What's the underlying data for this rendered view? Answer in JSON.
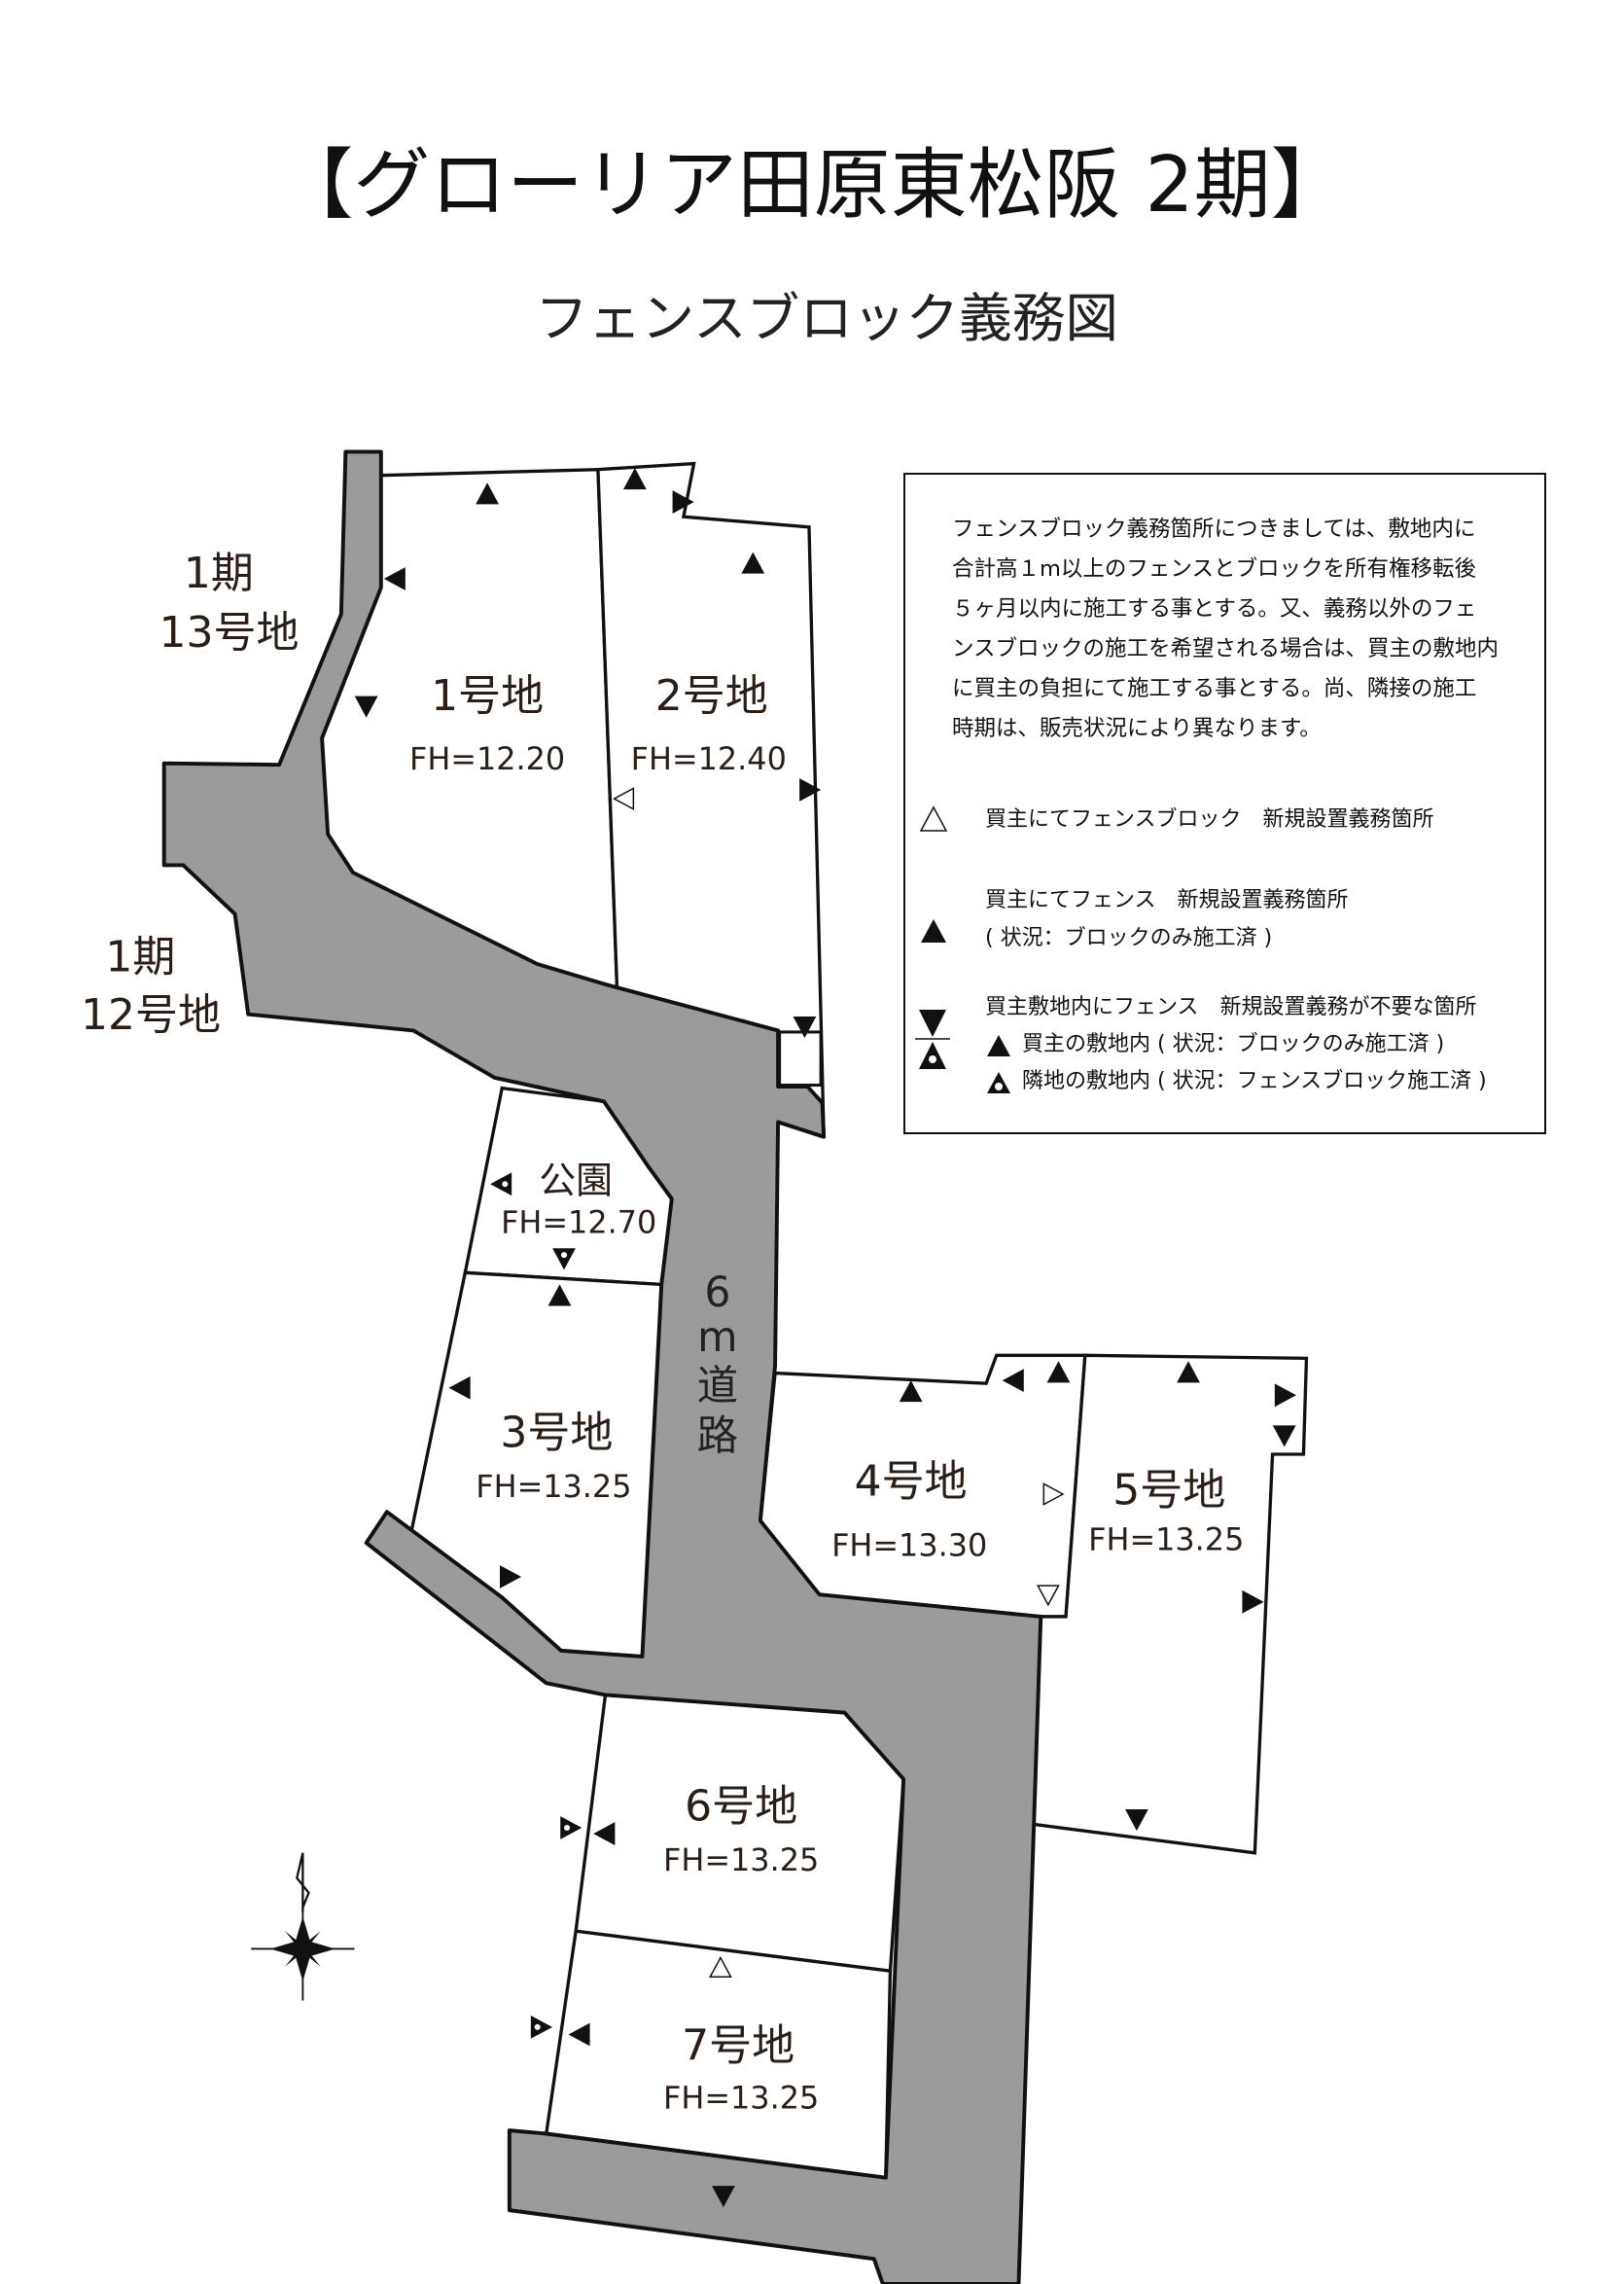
{
  "title": "【グローリア田原東松阪 2期】",
  "subtitle": "フェンスブロック義務図",
  "neighbors": [
    {
      "line1": "1期",
      "line2": "13号地"
    },
    {
      "line1": "1期",
      "line2": "12号地"
    }
  ],
  "road_label": [
    "6",
    "m",
    "道",
    "路"
  ],
  "lots": [
    {
      "name": "1号地",
      "fh": "FH=12.20"
    },
    {
      "name": "2号地",
      "fh": "FH=12.40"
    },
    {
      "name": "公園",
      "fh": "FH=12.70"
    },
    {
      "name": "3号地",
      "fh": "FH=13.25"
    },
    {
      "name": "4号地",
      "fh": "FH=13.30"
    },
    {
      "name": "5号地",
      "fh": "FH=13.25"
    },
    {
      "name": "6号地",
      "fh": "FH=13.25"
    },
    {
      "name": "7号地",
      "fh": "FH=13.25"
    }
  ],
  "legend": {
    "paragraph": "フェンスブロック義務箇所につきましては、敷地内に\n合計高１m以上のフェンスとブロックを所有権移転後\n５ヶ月以内に施工する事とする。又、義務以外のフェ\nンスブロックの施工を希望される場合は、買主の敷地内\nに買主の負担にて施工する事とする。尚、隣接の施工\n時期は、販売状況により異なります。",
    "hollow": "買主にてフェンスブロック　新規設置義務箇所",
    "filled_1": "買主にてフェンス　新規設置義務箇所",
    "filled_2": "( 状況：ブロックのみ施工済 )",
    "notneeded": "買主敷地内にフェンス　新規設置義務が不要な箇所",
    "own": "買主の敷地内 ( 状況：ブロックのみ施工済 )",
    "neighbor": "隣地の敷地内 ( 状況：フェンスブロック施工済 )"
  },
  "colors": {
    "road": "#9a9b9b",
    "text": "#2a1e17",
    "line": "#111111"
  }
}
